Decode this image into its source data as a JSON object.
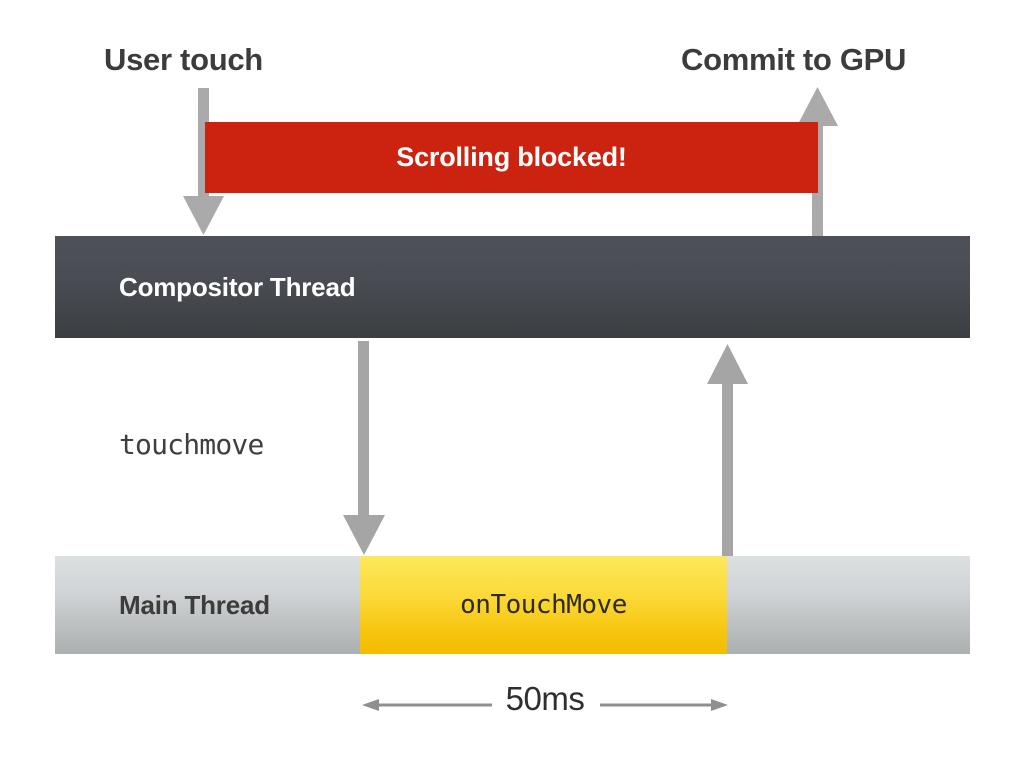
{
  "diagram": {
    "title": "Scrolling blocked by touch handler",
    "background": "#ffffff",
    "labels": {
      "user_touch": "User touch",
      "commit_to_gpu": "Commit to GPU",
      "blocked_banner": "Scrolling blocked!",
      "compositor_thread": "Compositor Thread",
      "main_thread": "Main Thread",
      "touchmove_event": "touchmove",
      "on_touch_move_task": "onTouchMove",
      "duration": "50ms"
    },
    "colors": {
      "blocked_red": "#cb2310",
      "compositor_dark_top": "#4e5258",
      "compositor_dark_bottom": "#3b3e42",
      "main_gray_top": "#dde0e1",
      "main_gray_bottom": "#abb0b1",
      "task_yellow_top": "#fde85c",
      "task_yellow_bottom": "#f4bb00",
      "arrow_gray": "#a8a8a8",
      "measure_gray": "#8f8f8f",
      "text_dark": "#3c3c3c",
      "text_light": "#ffffff"
    },
    "arrows": [
      {
        "name": "user-touch-down-arrow",
        "direction": "down",
        "from": "User touch",
        "to": "Compositor Thread"
      },
      {
        "name": "commit-gpu-up-arrow",
        "direction": "up",
        "from": "Compositor Thread",
        "to": "Commit to GPU"
      },
      {
        "name": "touchmove-down-arrow",
        "direction": "down",
        "from": "Compositor Thread",
        "to": "Main Thread"
      },
      {
        "name": "handler-return-up-arrow",
        "direction": "up",
        "from": "Main Thread",
        "to": "Compositor Thread"
      }
    ]
  }
}
